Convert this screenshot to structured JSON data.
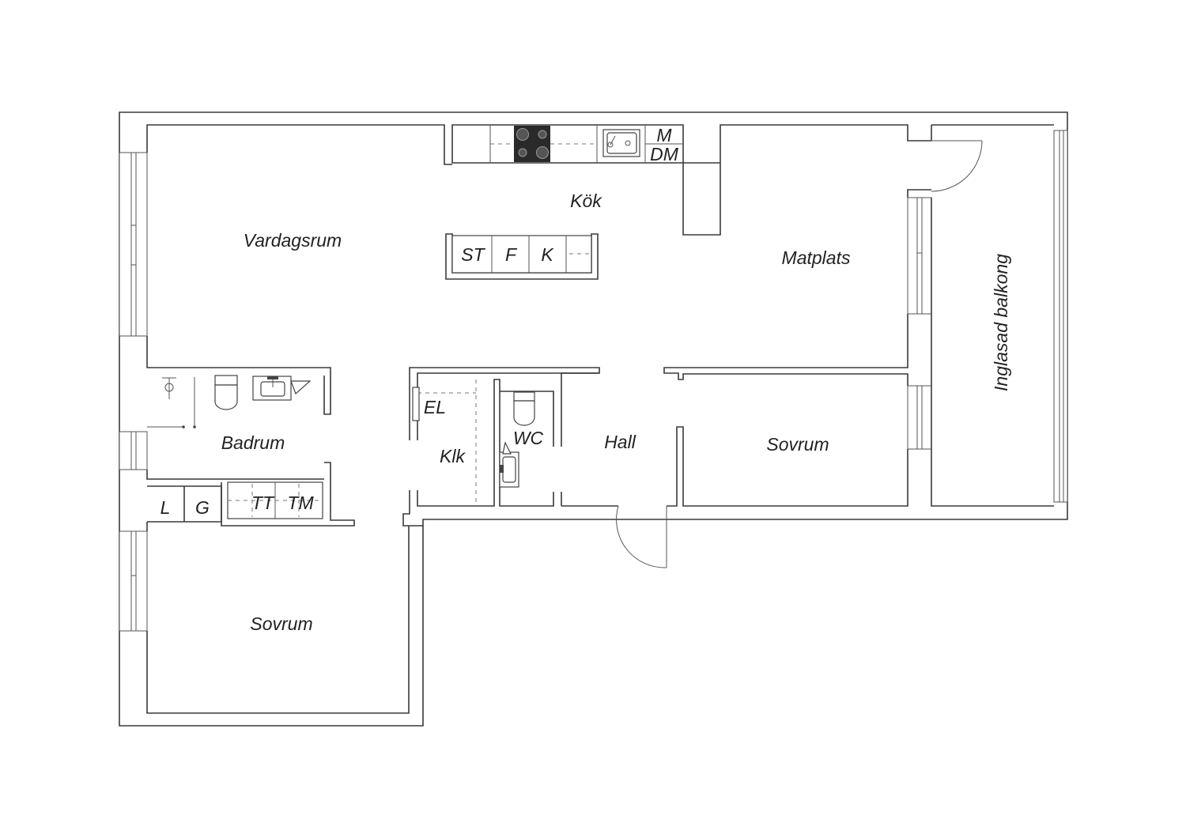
{
  "rooms": {
    "vardagsrum": "Vardagsrum",
    "kok": "Kök",
    "matplats": "Matplats",
    "balkong": "Inglasad balkong",
    "badrum": "Badrum",
    "klk": "Klk",
    "wc": "WC",
    "hall": "Hall",
    "sovrum_right": "Sovrum",
    "sovrum_left": "Sovrum"
  },
  "appliances": {
    "m": "M",
    "dm": "DM",
    "st": "ST",
    "f": "F",
    "k": "K",
    "el": "EL",
    "l": "L",
    "g": "G",
    "tt": "TT",
    "tm": "TM"
  },
  "colors": {
    "wall": "#3a3a3a",
    "stove": "#2a2a2a",
    "background": "#ffffff"
  }
}
